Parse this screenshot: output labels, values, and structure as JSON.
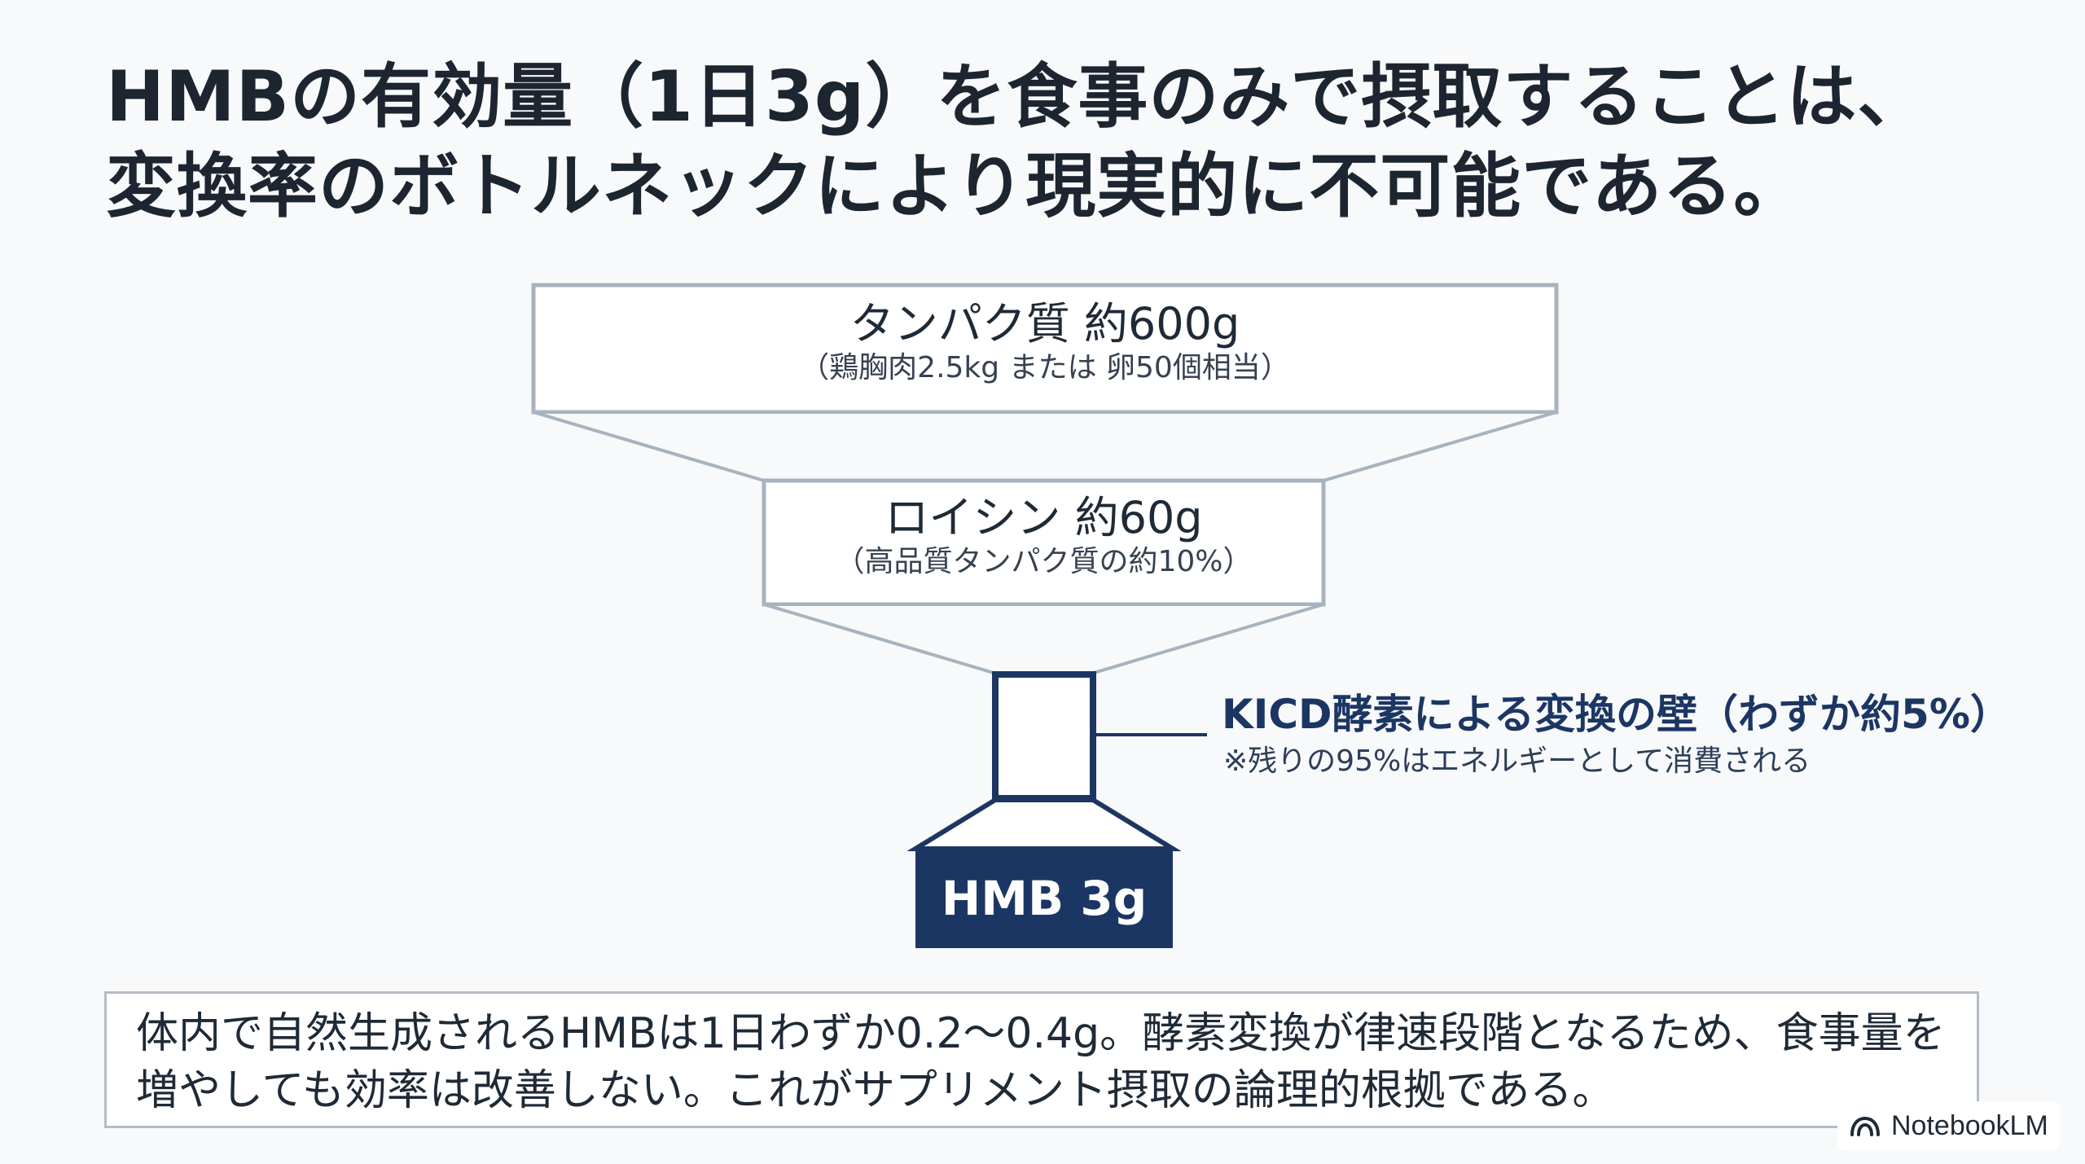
{
  "title": {
    "line1": "HMBの有効量（1日3g）を食事のみで摂取することは、",
    "line2": "変換率のボトルネックにより現実的に不可能である。"
  },
  "funnel": {
    "stage1": {
      "main": "タンパク質 約600g",
      "sub": "（鶏胸肉2.5kg または 卵50個相当）"
    },
    "stage2": {
      "main": "ロイシン 約60g",
      "sub": "（高品質タンパク質の約10%）"
    },
    "output": {
      "label": "HMB 3g"
    }
  },
  "callout": {
    "main": "KICD酵素による変換の壁（わずか約5%）",
    "sub": "※残りの95%はエネルギーとして消費される"
  },
  "note": {
    "line1": "体内で自然生成されるHMBは1日わずか0.2〜0.4g。酵素変換が律速段階となるため、食事量を",
    "line2": "増やしても効率は改善しない。これがサプリメント摂取の論理的根拠である。"
  },
  "brand": {
    "name": "NotebookLM",
    "icon": "notebooklm-logo-icon"
  },
  "colors": {
    "outline": "#a8b3bf",
    "navy": "#1c3664",
    "title": "#1c2530"
  }
}
